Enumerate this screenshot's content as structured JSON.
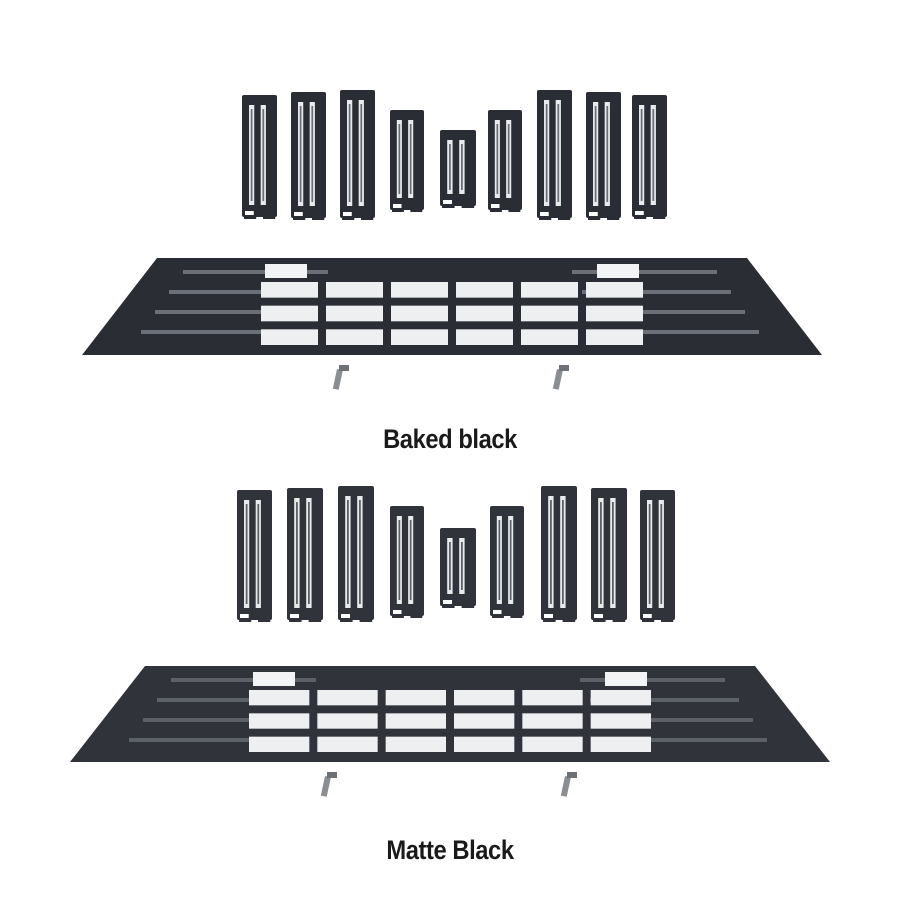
{
  "variants": [
    {
      "label": "Baked black",
      "finish_color": "#2a2d33",
      "highlight_color": "#6b7078"
    },
    {
      "label": "Matte Black",
      "finish_color": "#30333a",
      "highlight_color": "#5c6168"
    }
  ],
  "parts": {
    "vertical_slat_count": 9,
    "grille_panel_count": 1,
    "clip_count": 2
  }
}
